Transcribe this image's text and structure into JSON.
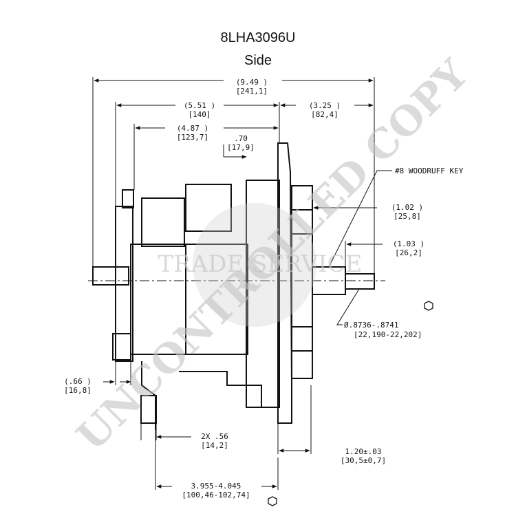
{
  "title": {
    "part_number": "8LHA3096U",
    "view": "Side"
  },
  "dimensions": {
    "overall_length": {
      "in": "(9.49 )",
      "mm": "[241,1]"
    },
    "rear_to_fan": {
      "in": "(5.51 )",
      "mm": "[140]"
    },
    "fan_to_shaft_end": {
      "in": "(3.25 )",
      "mm": "[82,4]"
    },
    "rear_to_front_face": {
      "in": "(4.87 )",
      "mm": "[123,7]"
    },
    "flange_offset": {
      "in": ".70",
      "mm": "[17,9]"
    },
    "key_label": "#8 WOODRUFF KEY",
    "key_position": {
      "in": "(1.02 )",
      "mm": "[25,8]"
    },
    "shaft_extension": {
      "in": "(1.03 )",
      "mm": "[26,2]"
    },
    "shaft_diameter": {
      "in": "Ø.8736-.8741",
      "mm": "[22,190-22,202]"
    },
    "terminal_offset": {
      "in": "(.66 )",
      "mm": "[16,8]"
    },
    "mount_holes": {
      "in": "2X .56",
      "mm": "[14,2]"
    },
    "mount_width": {
      "in": "1.20±.03",
      "mm": "[30,5±0,7]"
    },
    "mount_spacing": {
      "in": "3.955-4.045",
      "mm": "[100,46-102,74]"
    }
  },
  "watermarks": {
    "stamp": "UNCONTROLLED COPY",
    "brand": "TRADE SERVICE"
  }
}
